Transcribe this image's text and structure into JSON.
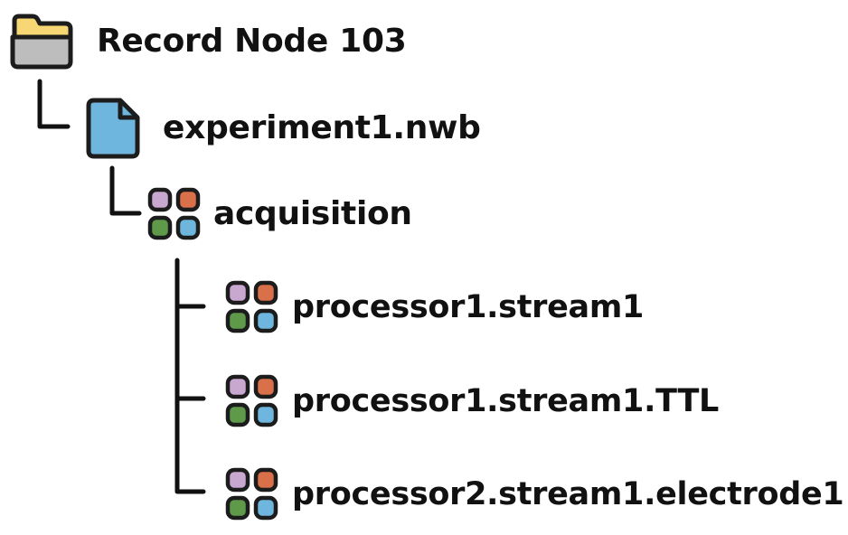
{
  "tree": {
    "root": {
      "label": "Record Node 103",
      "icon": "folder-icon"
    },
    "file": {
      "label": "experiment1.nwb",
      "icon": "file-icon"
    },
    "group": {
      "label": "acquisition",
      "icon": "group-grid-icon"
    },
    "children": [
      {
        "label": "processor1.stream1",
        "icon": "group-grid-icon"
      },
      {
        "label": "processor1.stream1.TTL",
        "icon": "group-grid-icon"
      },
      {
        "label": "processor2.stream1.electrode1",
        "icon": "group-grid-icon"
      }
    ]
  },
  "colors": {
    "outline": "#1c1c1c",
    "folder_tab": "#f7d774",
    "folder_body": "#bdbdbd",
    "file_fill": "#6fb6de",
    "grid_purple": "#c9a8cf",
    "grid_orange": "#d9704a",
    "grid_green": "#5f9a4b",
    "grid_blue": "#6fb6de"
  }
}
